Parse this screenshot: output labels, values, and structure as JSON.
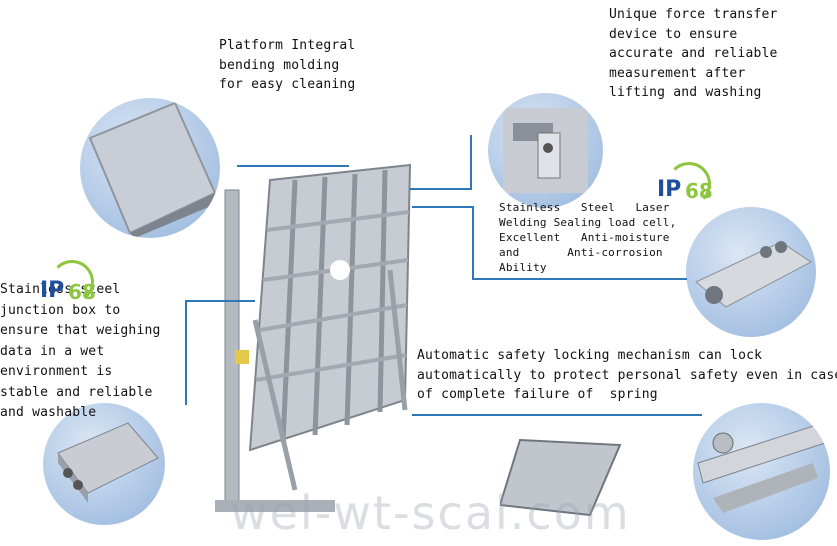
{
  "captions": {
    "platform": "Platform Integral\nbending molding\nfor easy cleaning",
    "force": "Unique force transfer\ndevice to ensure\naccurate and reliable\nmeasurement after\nlifting and washing",
    "loadcell": "Stainless   Steel   Laser\nWelding Sealing load cell,\nExcellent   Anti-moisture\nand       Anti-corrosion\nAbility",
    "junction": "Stainless steel\njunction box to\nensure that weighing\ndata in a wet\nenvironment is\nstable and reliable\nand washable",
    "safety": "Automatic safety locking mechanism can lock\nautomatically to protect personal safety even in case\nof complete failure of  spring"
  },
  "badges": {
    "ip_right": {
      "prefix": "IP",
      "number": "68"
    },
    "ip_left": {
      "prefix": "IP",
      "number": "68"
    }
  },
  "watermark": "wel-wt-scal.com",
  "colors": {
    "callout_line": "#2f78b7",
    "ip_green": "#8cc63e",
    "ip_blue": "#1f4f9a"
  }
}
